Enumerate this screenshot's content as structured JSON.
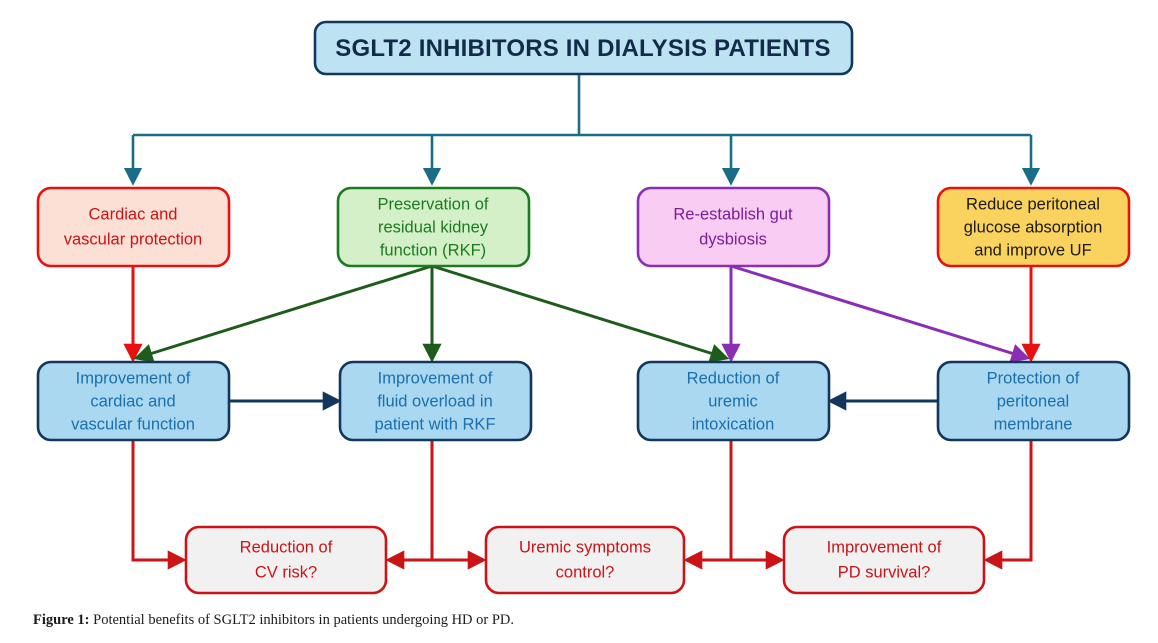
{
  "figure": {
    "caption_label": "Figure 1:",
    "caption_text": " Potential benefits of SGLT2 inhibitors in patients undergoing HD or PD."
  },
  "title_node": {
    "id": "title",
    "label": "SGLT2 INHIBITORS IN DIALYSIS PATIENTS",
    "fill": "#bde3f2",
    "stroke": "#13365c",
    "text_color": "#132a4b"
  },
  "palette": {
    "teal_connector": "#196d87",
    "red": "#e8110f",
    "dark_red": "#cc0d15",
    "dark_green": "#1d5c1c",
    "green_stroke": "#1d7a1f",
    "green_fill": "#d4f0c8",
    "purple": "#8a2fb4",
    "purple_fill": "#f8ccf3",
    "purple_text": "#7b1e96",
    "yellow_fill": "#fad25e",
    "blue_fill": "#a9d8f0",
    "navy": "#13365c",
    "blue_text": "#1a6fae",
    "grey_fill": "#f1f1f1",
    "red_text": "#cc1316",
    "pink_fill": "#fde0d5",
    "black_text": "#1a1a1a"
  },
  "rows": {
    "row1_mechanisms": [
      {
        "id": "cardiac-protection",
        "lines": [
          "Cardiac and",
          "vascular protection"
        ],
        "fill": "#fde0d5",
        "stroke": "#e8110f",
        "text_color": "#cc1316",
        "font_size": 16.5
      },
      {
        "id": "residual-kidney-function",
        "lines": [
          "Preservation of",
          "residual kidney",
          "function (RKF)"
        ],
        "fill": "#d4f0c8",
        "stroke": "#1d7a1f",
        "text_color": "#1d7a1f",
        "font_size": 16.5
      },
      {
        "id": "gut-dysbiosis",
        "lines": [
          "Re-establish gut",
          "dysbiosis"
        ],
        "fill": "#f8ccf3",
        "stroke": "#8a2fb4",
        "text_color": "#7b1e96",
        "font_size": 16.5
      },
      {
        "id": "peritoneal-glucose",
        "lines": [
          "Reduce peritoneal",
          "glucose absorption",
          "and improve UF"
        ],
        "fill": "#fad25e",
        "stroke": "#e8110f",
        "text_color": "#1a1a1a",
        "font_size": 16.5
      }
    ],
    "row2_effects": [
      {
        "id": "improve-cardiac-function",
        "lines": [
          "Improvement of",
          "cardiac and",
          "vascular function"
        ],
        "fill": "#a9d8f0",
        "stroke": "#13365c",
        "text_color": "#1a6fae",
        "font_size": 16.5
      },
      {
        "id": "improve-fluid-overload",
        "lines": [
          "Improvement of",
          "fluid overload in",
          "patient with RKF"
        ],
        "fill": "#a9d8f0",
        "stroke": "#13365c",
        "text_color": "#1a6fae",
        "font_size": 16.5
      },
      {
        "id": "reduce-uremic-intoxication",
        "lines": [
          "Reduction of",
          "uremic",
          "intoxication"
        ],
        "fill": "#a9d8f0",
        "stroke": "#13365c",
        "text_color": "#1a6fae",
        "font_size": 16.5
      },
      {
        "id": "protect-peritoneal-membrane",
        "lines": [
          "Protection of",
          "peritoneal",
          "membrane"
        ],
        "fill": "#a9d8f0",
        "stroke": "#13365c",
        "text_color": "#1a6fae",
        "font_size": 16.5
      }
    ],
    "row3_outcomes": [
      {
        "id": "reduction-cv-risk",
        "lines": [
          "Reduction of",
          "CV risk?"
        ],
        "fill": "#f1f1f1",
        "stroke": "#cc1316",
        "text_color": "#cc1316",
        "font_size": 16.5
      },
      {
        "id": "uremic-symptoms-control",
        "lines": [
          "Uremic symptoms",
          "control?"
        ],
        "fill": "#f1f1f1",
        "stroke": "#cc1316",
        "text_color": "#cc1316",
        "font_size": 16.5
      },
      {
        "id": "improve-pd-survival",
        "lines": [
          "Improvement of",
          "PD survival?"
        ],
        "fill": "#f1f1f1",
        "stroke": "#cc1316",
        "text_color": "#cc1316",
        "font_size": 16.5
      }
    ]
  },
  "edges": [
    {
      "from": "title",
      "to": "cardiac-protection",
      "color": "#196d87"
    },
    {
      "from": "title",
      "to": "residual-kidney-function",
      "color": "#196d87"
    },
    {
      "from": "title",
      "to": "gut-dysbiosis",
      "color": "#196d87"
    },
    {
      "from": "title",
      "to": "peritoneal-glucose",
      "color": "#196d87"
    },
    {
      "from": "cardiac-protection",
      "to": "improve-cardiac-function",
      "color": "#e8110f"
    },
    {
      "from": "residual-kidney-function",
      "to": "improve-cardiac-function",
      "color": "#1d5c1c"
    },
    {
      "from": "residual-kidney-function",
      "to": "improve-fluid-overload",
      "color": "#1d5c1c"
    },
    {
      "from": "residual-kidney-function",
      "to": "reduce-uremic-intoxication",
      "color": "#1d5c1c"
    },
    {
      "from": "gut-dysbiosis",
      "to": "reduce-uremic-intoxication",
      "color": "#8a2fb4"
    },
    {
      "from": "gut-dysbiosis",
      "to": "protect-peritoneal-membrane",
      "color": "#8a2fb4"
    },
    {
      "from": "peritoneal-glucose",
      "to": "protect-peritoneal-membrane",
      "color": "#e8110f"
    },
    {
      "from": "improve-cardiac-function",
      "to": "improve-fluid-overload",
      "color": "#13365c"
    },
    {
      "from": "protect-peritoneal-membrane",
      "to": "reduce-uremic-intoxication",
      "color": "#13365c"
    },
    {
      "from": "improve-cardiac-function",
      "to": "reduction-cv-risk",
      "color": "#cc1316"
    },
    {
      "from": "improve-fluid-overload",
      "to": "reduction-cv-risk",
      "color": "#cc1316"
    },
    {
      "from": "improve-fluid-overload",
      "to": "uremic-symptoms-control",
      "color": "#cc1316"
    },
    {
      "from": "reduce-uremic-intoxication",
      "to": "uremic-symptoms-control",
      "color": "#cc1316"
    },
    {
      "from": "reduce-uremic-intoxication",
      "to": "improve-pd-survival",
      "color": "#cc1316"
    },
    {
      "from": "protect-peritoneal-membrane",
      "to": "improve-pd-survival",
      "color": "#cc1316"
    }
  ]
}
